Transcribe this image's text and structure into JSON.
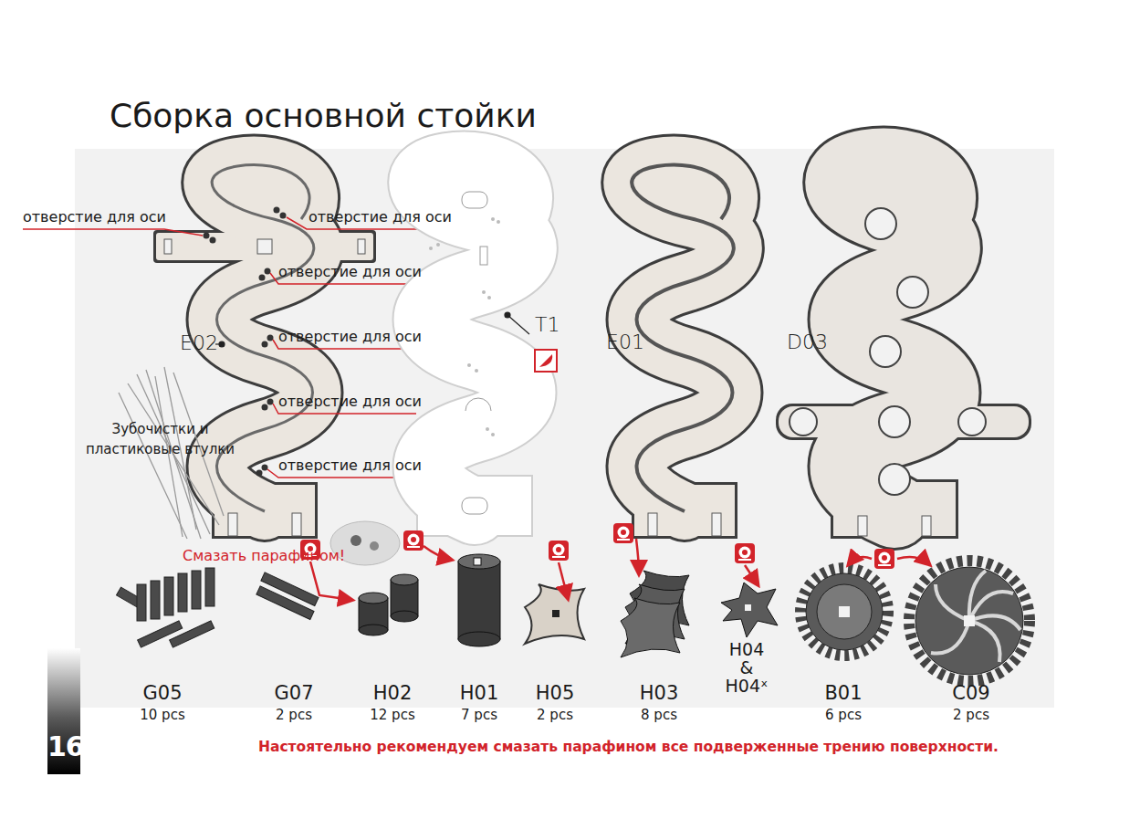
{
  "diagram": {
    "title": "Сборка основной стойки",
    "labels": [
      "отверстие для оси",
      "отверстие для оси",
      "отверстие для оси",
      "отверстие для оси",
      "отверстие для оси",
      "отверстие для оси",
      "E02",
      "T1",
      "E01",
      "D03",
      "Зубочистки и пластиковые втулки",
      "Смазать парафином!",
      "G05",
      "10 pcs",
      "G07",
      "2 pcs",
      "H02",
      "12 pcs",
      "H01",
      "7 pcs",
      "H05",
      "2 pcs",
      "H03",
      "8 pcs",
      "H04 & H04ˣ",
      "B01",
      "6 pcs",
      "C09",
      "2 pcs",
      "16",
      "Настоятельно рекомендуем смазать парафином все подверженные трению поверхности."
    ]
  }
}
